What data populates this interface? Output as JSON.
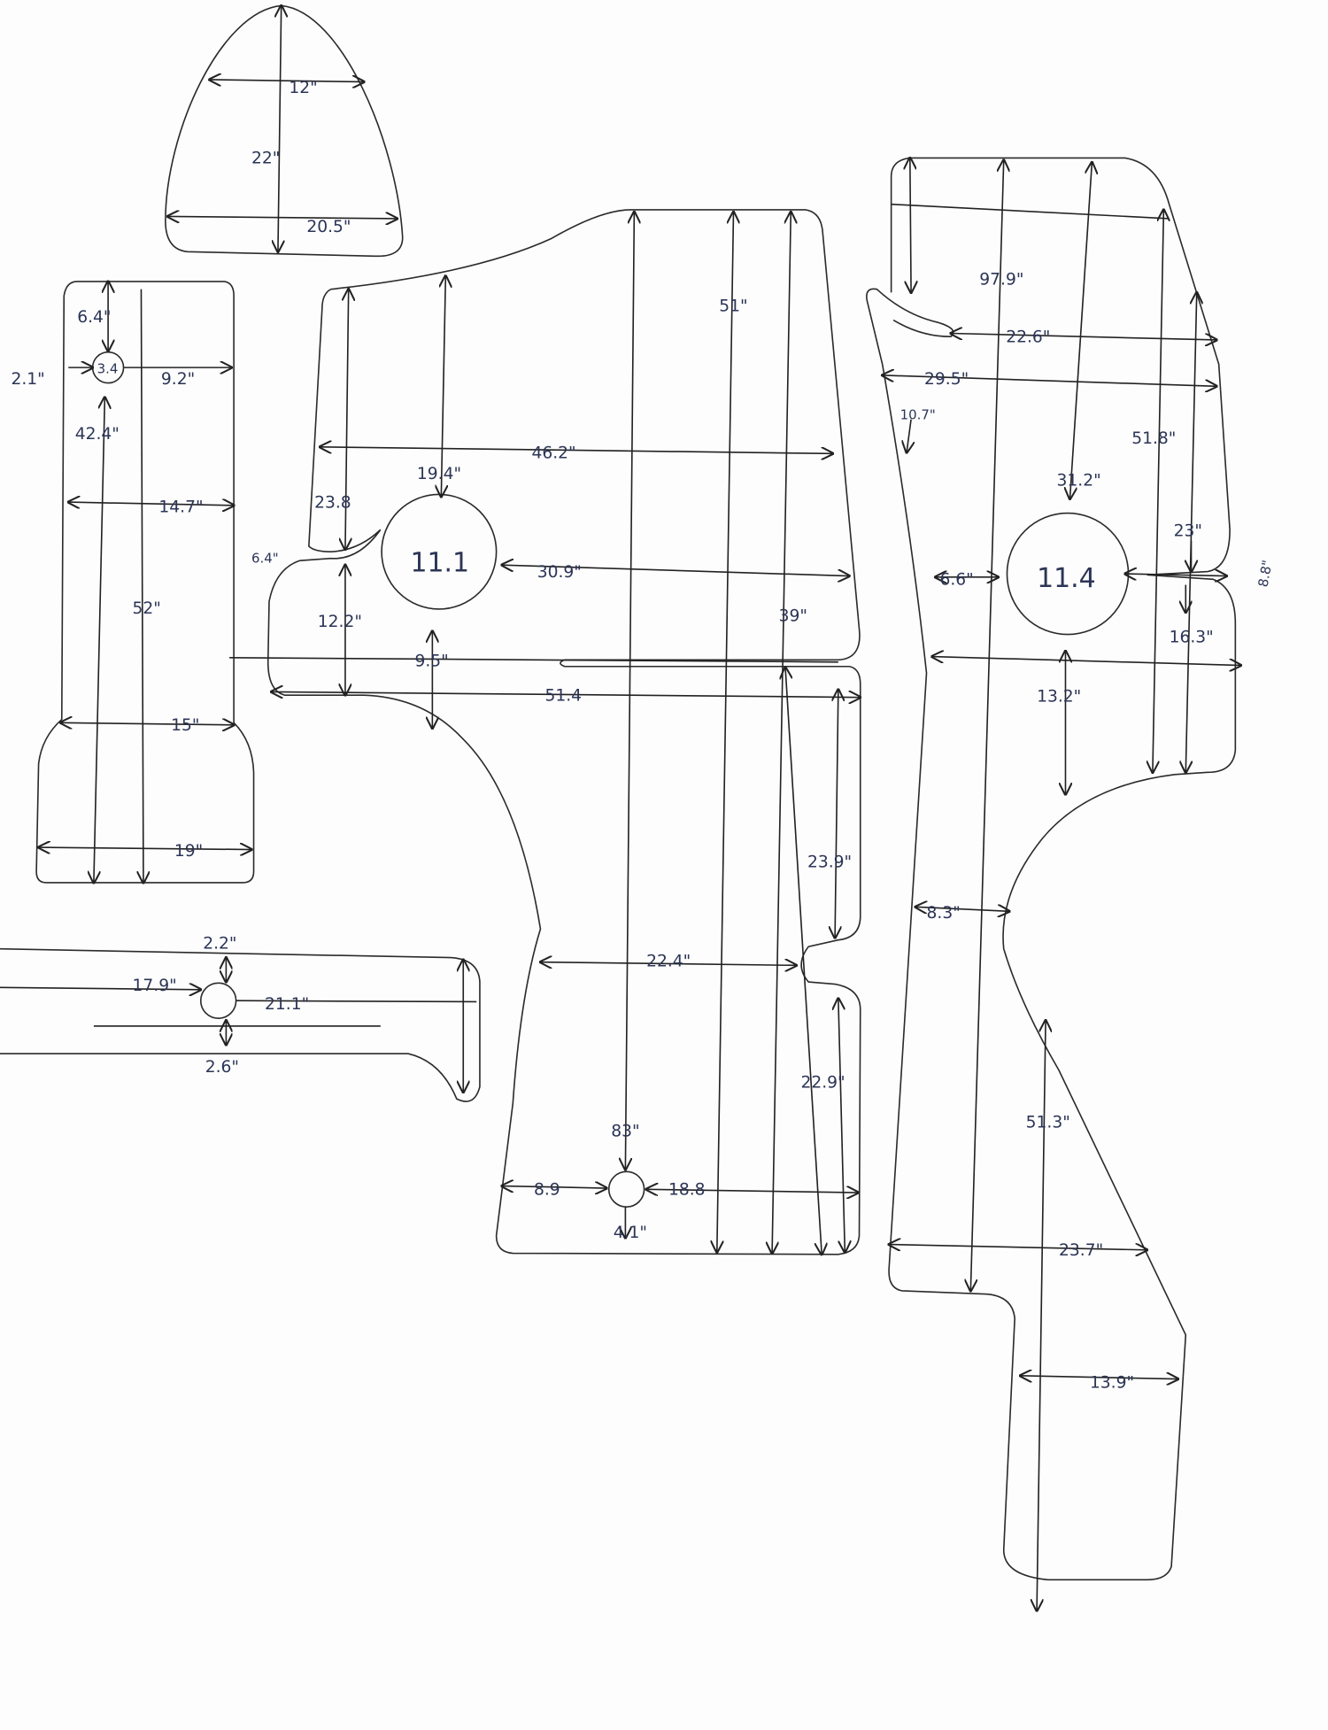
{
  "top_piece": {
    "w_top": "12\"",
    "height": "22\"",
    "w_bottom": "20.5\""
  },
  "strip_piece": {
    "hole_top": "6.4\"",
    "hole_left": "2.1\"",
    "hole_dia": "3.4",
    "hole_right": "9.2\"",
    "hole_bottom": "42.4\"",
    "w_upper": "14.7\"",
    "length": "52\"",
    "w_lower": "15\"",
    "w_bottom": "19\""
  },
  "bar_piece": {
    "hole_top": "2.2\"",
    "left": "17.9\"",
    "right": "21.1\"",
    "hole_bottom": "2.6\""
  },
  "middle_piece": {
    "h_51": "51\"",
    "w_46": "46.2\"",
    "d_19": "19.4\"",
    "d_23": "23.8",
    "neck": "6.4\"",
    "circle": "11.1",
    "w_30": "30.9\"",
    "d_12": "12.2\"",
    "d_9": "9.5\"",
    "d_39": "39\"",
    "w_51": "51.4",
    "d_23_9": "23.9\"",
    "w_22": "22.4\"",
    "d_22_9": "22.9\"",
    "h_83": "83\"",
    "hole_left": "8.9",
    "hole_right": "18.8",
    "hole_dia": "4.1\""
  },
  "right_piece": {
    "h_97": "97.9\"",
    "w_22": "22.6\"",
    "w_29": "29.5\"",
    "d_10": "10.7\"",
    "h_51_8": "51.8\"",
    "d_31": "31.2\"",
    "d_23": "23\"",
    "d_6": "6.6\"",
    "circle": "11.4",
    "neck": "8.8\"",
    "d_16": "16.3\"",
    "d_13": "13.2\"",
    "w_8": "8.3\"",
    "h_51_3": "51.3\"",
    "w_23": "23.7\"",
    "w_13": "13.9\""
  }
}
